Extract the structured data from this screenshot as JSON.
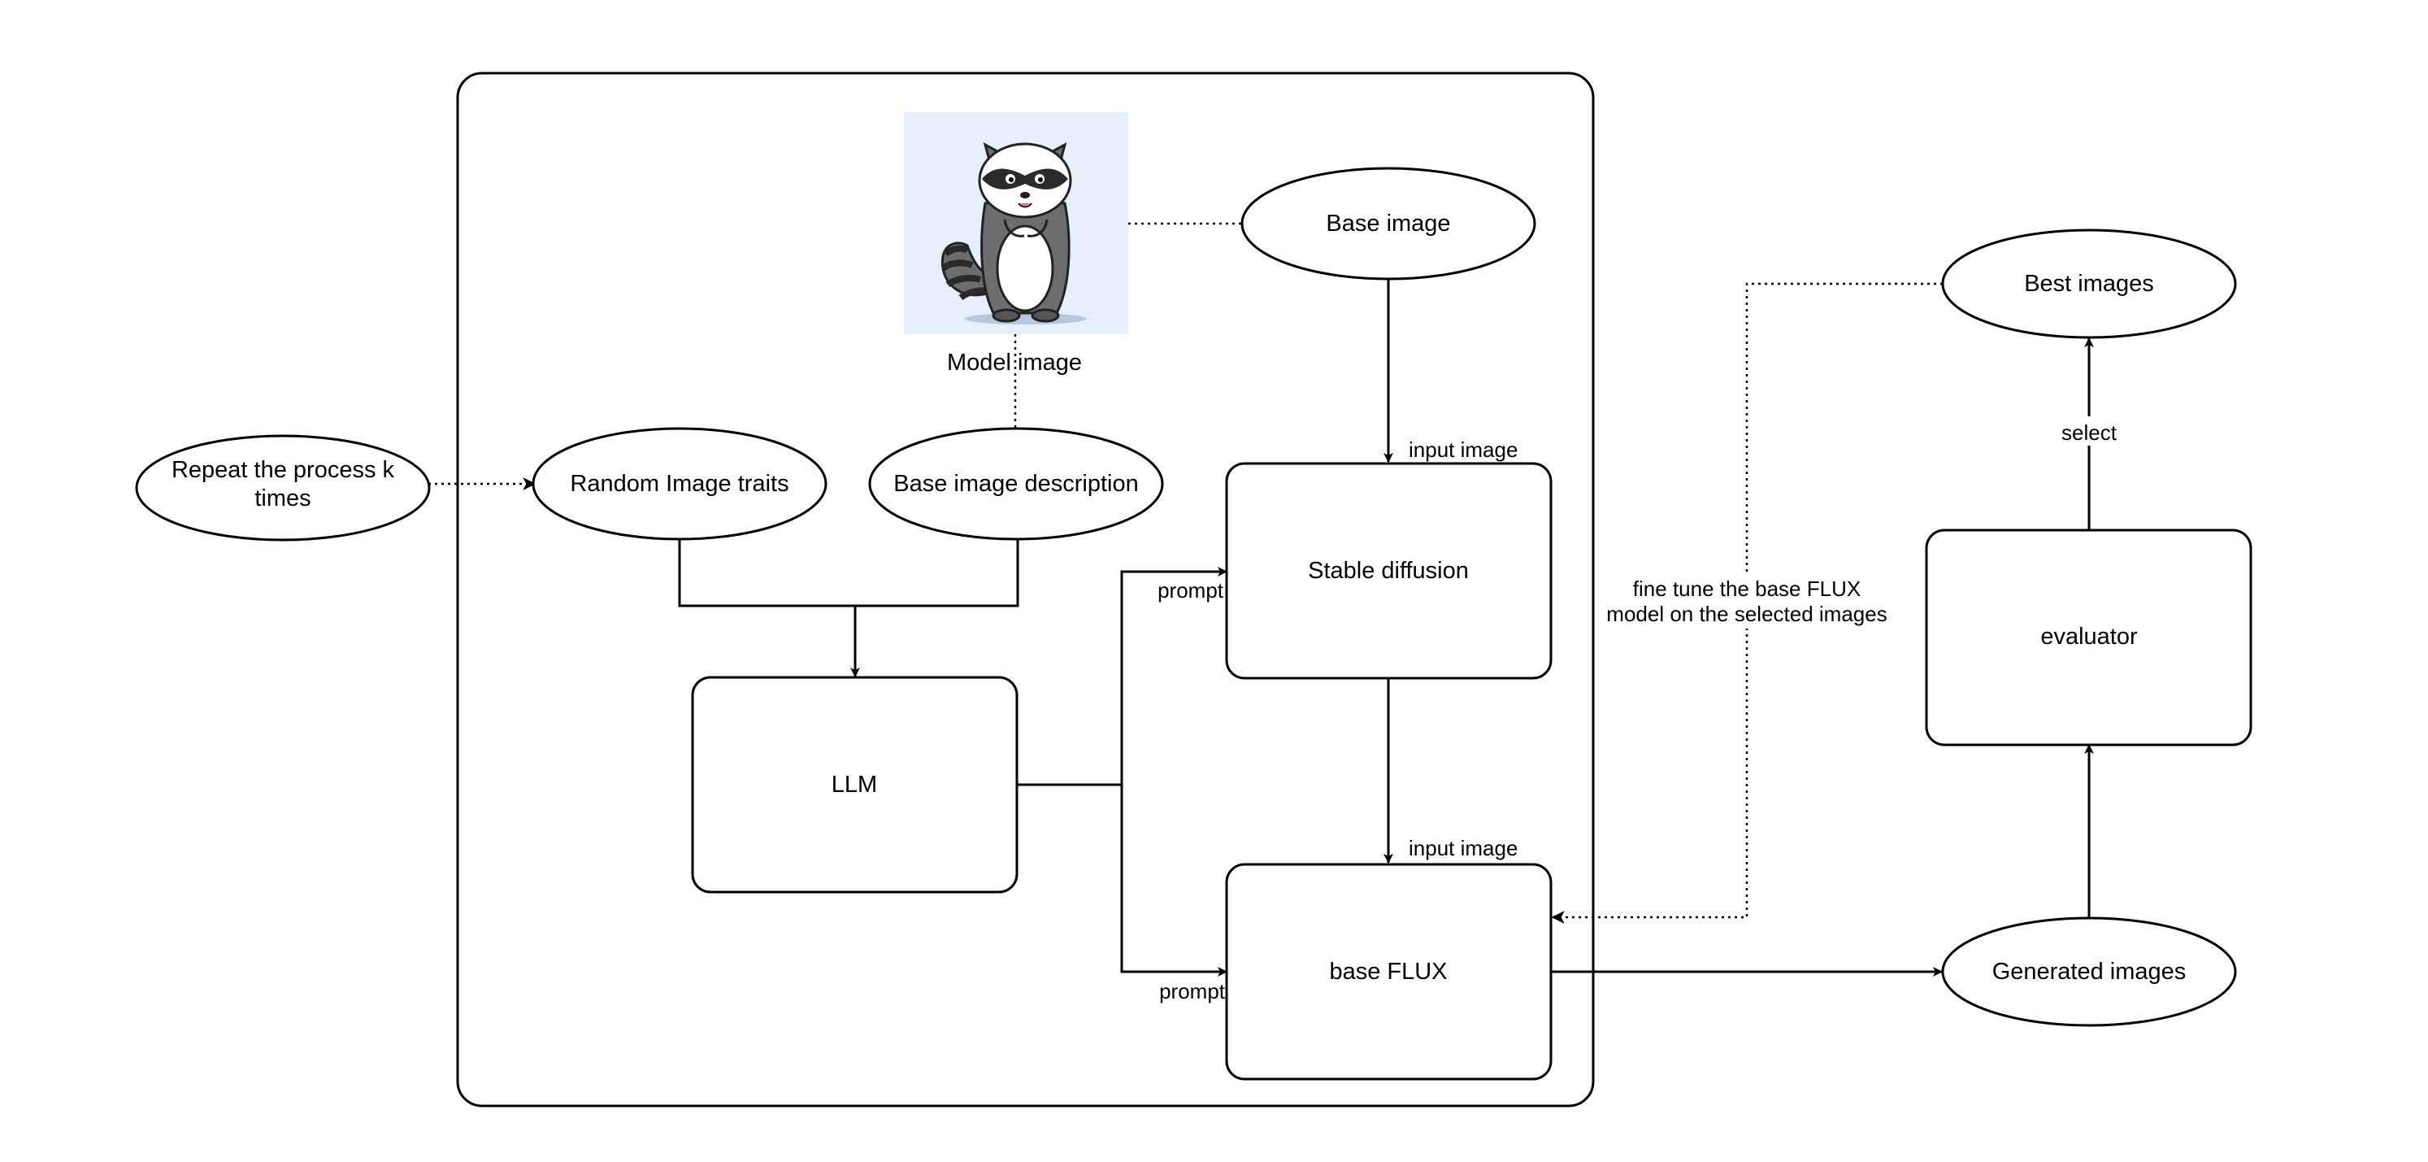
{
  "nodes": {
    "repeat": {
      "line1": "Repeat the process k",
      "line2": "times"
    },
    "random_traits": "Random Image traits",
    "base_description": "Base image description",
    "base_image": "Base image",
    "model_image_caption": "Model image",
    "llm": "LLM",
    "stable_diffusion": "Stable diffusion",
    "base_flux": "base FLUX",
    "generated_images": "Generated images",
    "evaluator": "evaluator",
    "best_images": "Best images"
  },
  "edge_labels": {
    "input_image_sd": "input image",
    "input_image_flux": "input image",
    "prompt_sd": "prompt",
    "prompt_flux": "prompt",
    "select": "select",
    "fine_tune_line1": "fine tune the base FLUX",
    "fine_tune_line2": "model on the selected images"
  },
  "icons": {
    "model_image": "raccoon-illustration"
  },
  "colors": {
    "stroke": "#000000",
    "background": "#ffffff",
    "image_bg": "#e6effb"
  }
}
